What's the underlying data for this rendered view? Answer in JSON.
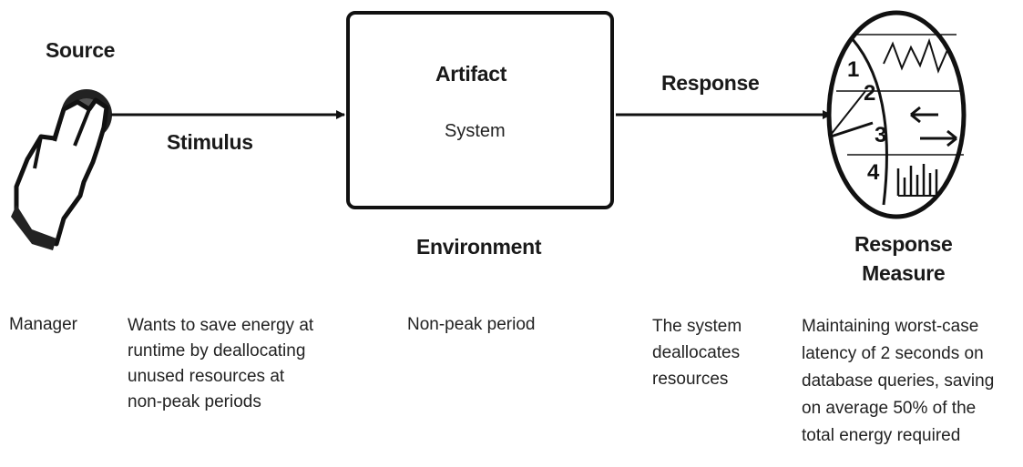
{
  "labels": {
    "source": "Source",
    "stimulus": "Stimulus",
    "artifact": "Artifact",
    "artifact_sub": "System",
    "environment": "Environment",
    "response": "Response",
    "response_measure": "Response\nMeasure"
  },
  "gauge_numbers": [
    "1",
    "2",
    "3",
    "4"
  ],
  "scenario": {
    "source": "Manager",
    "stimulus": "Wants to save energy at\nruntime by deallocating\nunused resources at\nnon-peak periods",
    "environment": "Non-peak period",
    "response": "The system\ndeallocates\nresources",
    "response_measure": "Maintaining worst-case\nlatency of 2 seconds on\ndatabase queries, saving\non average 50% of the\ntotal energy required"
  },
  "icons": {
    "source": "hand-pressing-button-icon",
    "measure": "gauge-dial-icon"
  }
}
